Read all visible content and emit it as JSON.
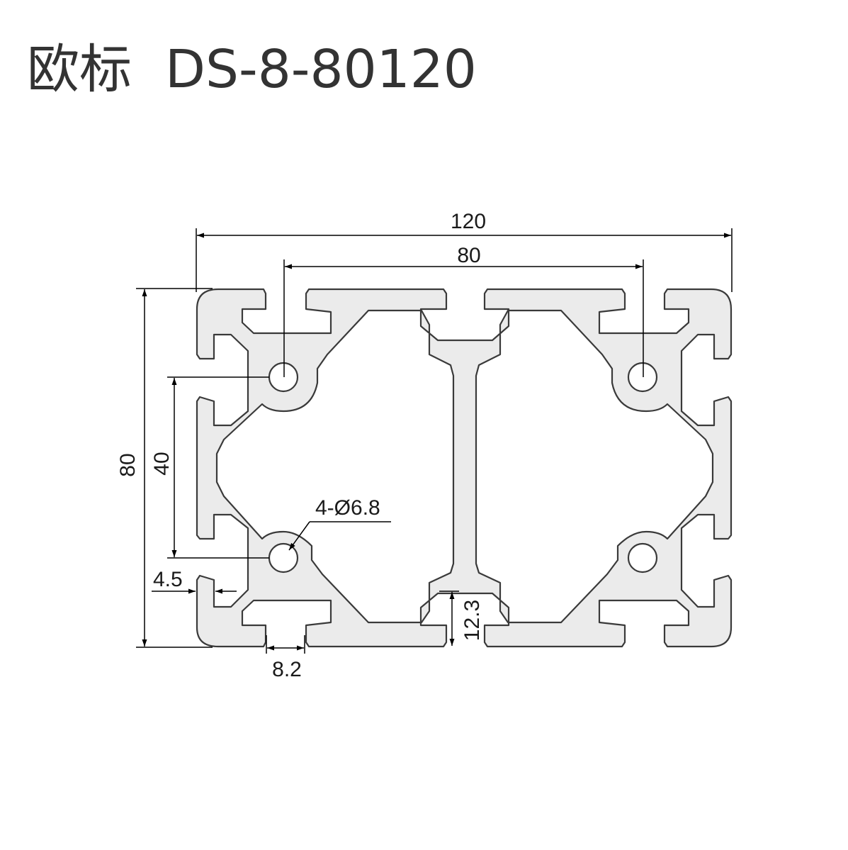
{
  "title": "欧标  DS-8-80120",
  "dimensions": {
    "overall_width": "120",
    "hole_spacing_horizontal": "80",
    "overall_height": "80",
    "hole_spacing_vertical": "40",
    "hole_callout": "4-Ø6.8",
    "lip_thickness": "4.5",
    "slot_width": "8.2",
    "slot_depth": "12.3"
  },
  "colors": {
    "profile_fill": "#ebebeb",
    "outline": "#3a3a3a",
    "title_text": "#333333"
  }
}
